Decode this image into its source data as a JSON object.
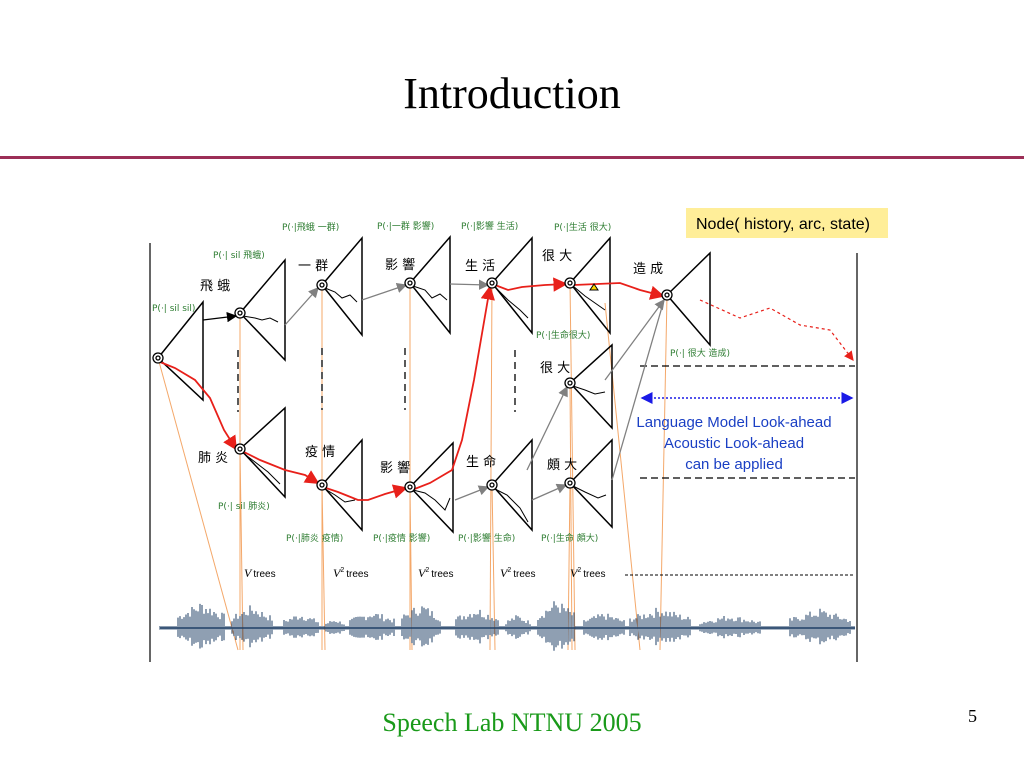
{
  "slide": {
    "title": "Introduction",
    "footer": "Speech Lab NTNU 2005",
    "page_number": "5"
  },
  "diagram": {
    "node_label": "Node( history, arc, state)",
    "lookahead_lines": [
      "Language Model Look-ahead",
      "Acoustic Look-ahead",
      "can be applied"
    ],
    "word_labels": {
      "w1": "飛 蛾",
      "w2": "一 群",
      "w3": "影 響",
      "w4": "生 活",
      "w5": "很 大",
      "w6": "造 成",
      "w7": "很 大",
      "w8": "肺 炎",
      "w9": "疫 情",
      "w10": "影 響",
      "w11": "生 命",
      "w12": "頗 大"
    },
    "prob_labels": {
      "p1": "P(‧| sil sil)",
      "p2": "P(‧| sil 飛蛾)",
      "p3": "P(‧|飛蛾 一群)",
      "p4": "P(‧|一群 影響)",
      "p5": "P(‧|影響 生活)",
      "p6": "P(‧|生活 很大)",
      "p7": "P(‧|生命很大)",
      "p8": "P(‧| 很大 造成)",
      "p9": "P(‧| sil 肺炎)",
      "p10": "P(‧|肺炎 疫情)",
      "p11": "P(‧|疫情 影響)",
      "p12": "P(‧|影響 生命)",
      "p13": "P(‧|生命 頗大)"
    },
    "tree_labels": [
      {
        "var": "V",
        "exp": "",
        "text": "trees"
      },
      {
        "var": "V",
        "exp": "2",
        "text": "trees"
      },
      {
        "var": "V",
        "exp": "2",
        "text": "trees"
      },
      {
        "var": "V",
        "exp": "2",
        "text": "trees"
      },
      {
        "var": "V",
        "exp": "2",
        "text": "trees"
      }
    ],
    "colors": {
      "best_path": "#e8201a",
      "gray_path": "#808080",
      "prob_text": "#2e7d32",
      "waveform": "#1f3f66",
      "orange_lines": "#f4a86a",
      "node_box": "#ffee99",
      "lookahead_text": "#1a3fc4",
      "lookahead_arrow": "#1a1ae6"
    }
  }
}
